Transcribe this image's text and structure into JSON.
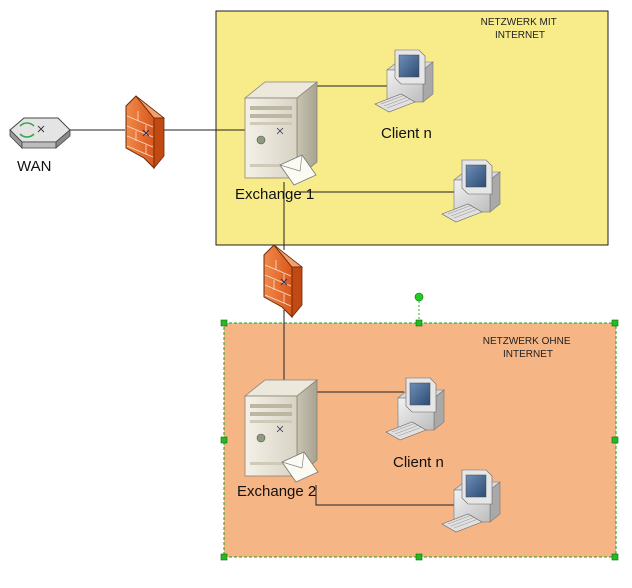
{
  "zones": {
    "internet": {
      "title_line1": "NETZWERK MIT",
      "title_line2": "INTERNET",
      "fill": "#f7eb8a"
    },
    "no_internet": {
      "title_line1": "NETZWERK OHNE",
      "title_line2": "INTERNET",
      "fill": "#f6b585"
    }
  },
  "nodes": {
    "wan": {
      "label": "WAN"
    },
    "exchange1": {
      "label": "Exchange 1"
    },
    "exchange2": {
      "label": "Exchange 2"
    },
    "client_top": {
      "label": "Client n"
    },
    "client_bottom": {
      "label": "Client n"
    }
  },
  "colors": {
    "firewall": "#e8702f",
    "selection_handle": "#22bb22"
  }
}
